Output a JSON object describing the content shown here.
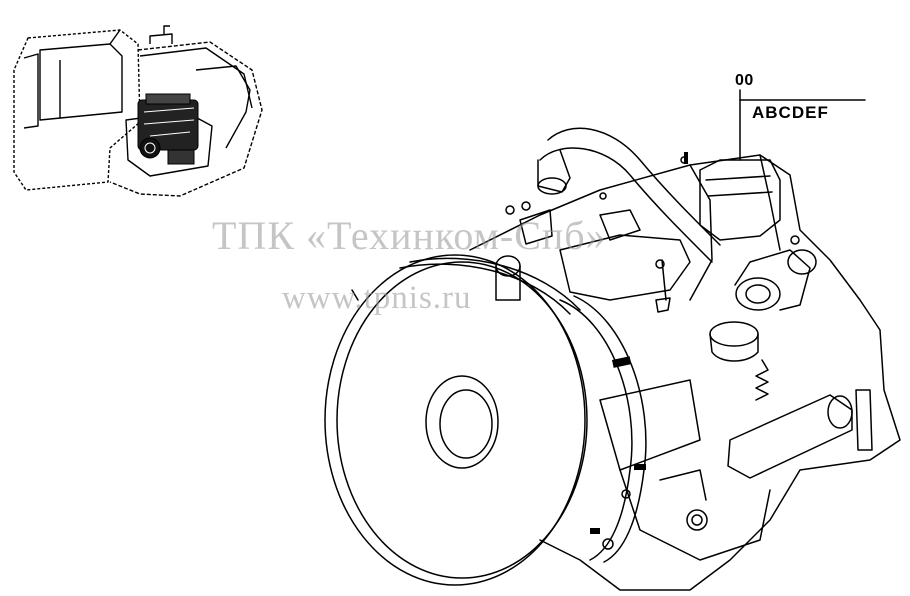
{
  "figure": {
    "variant_code": "00",
    "variant_letters": "ABCDEF"
  },
  "watermark": {
    "line1": "ТПК «Техинком-Спб»",
    "line2": "www.tpnis.ru"
  },
  "colors": {
    "line": "#000000",
    "watermark": "#969696",
    "background": "#ffffff"
  },
  "icons": {
    "locator": "excavator-locator-icon",
    "main": "engine-assembly-drawing"
  }
}
